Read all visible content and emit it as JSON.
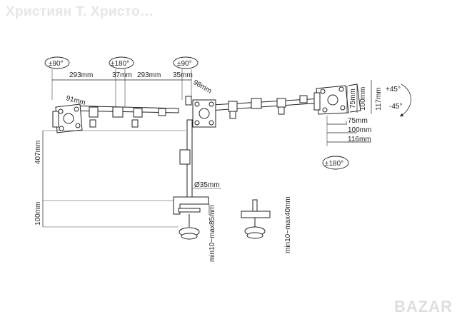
{
  "watermark": "Християн Т. Христо…",
  "brand": "BAZAR",
  "labels": {
    "rot_left": "±90°",
    "rot_mid_arm": "±180°",
    "rot_center": "±90°",
    "rot_right_bottom": "±180°",
    "tilt_up": "+45°",
    "tilt_down": "-45°",
    "d_293_left": "293mm",
    "d_37": "37mm",
    "d_293_mid": "293mm",
    "d_35": "35mm",
    "d_98": "98mm",
    "d_91": "91mm",
    "d_407": "407mm",
    "d_100_left": "100mm",
    "d_pole": "Ø35mm",
    "vesa_75": "75mm",
    "vesa_100": "100mm",
    "d_117": "117mm",
    "h_75": "75mm",
    "h_100": "100mm",
    "h_116": "116mm",
    "clamp_range": "min10~max85mm",
    "grommet_range": "min10~max40mm"
  }
}
